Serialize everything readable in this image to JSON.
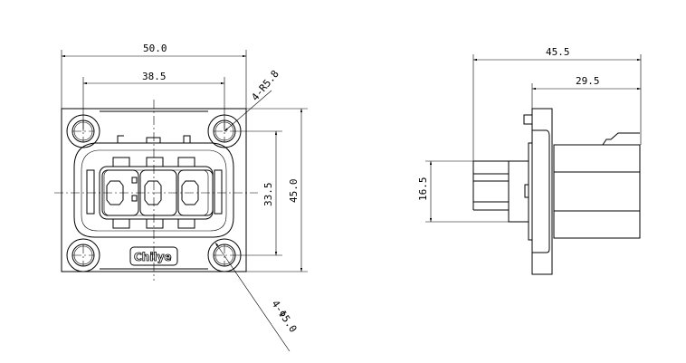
{
  "front_view": {
    "dims": {
      "width_overall": "50.0",
      "hole_pitch_x": "38.5",
      "hole_pitch_y": "33.5",
      "height_overall": "45.0"
    },
    "callouts": {
      "radius": "4-R5.8",
      "hole": "4-Φ5.0"
    },
    "logo": "Chilye"
  },
  "side_view": {
    "dims": {
      "length_overall": "45.5",
      "rear_length": "29.5",
      "front_height": "16.5"
    }
  }
}
